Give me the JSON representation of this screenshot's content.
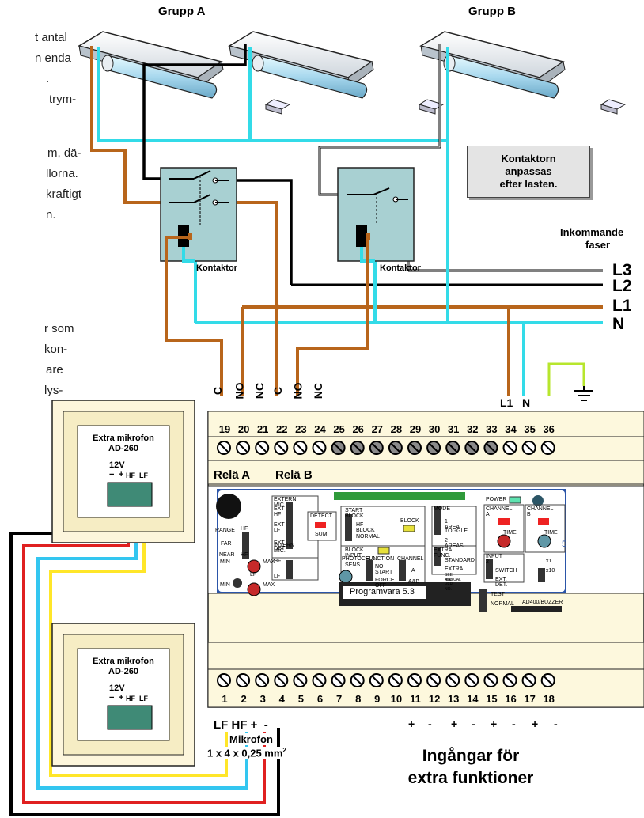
{
  "groups": {
    "a": "Grupp A",
    "b": "Grupp B"
  },
  "left_text": [
    "t antal",
    "n enda",
    ".",
    "trym-",
    "m, dä-",
    "llorna.",
    "kraftigt",
    "n.",
    "r som",
    "kon-",
    "are",
    "lys-"
  ],
  "note": {
    "line1": "Kontaktorn",
    "line2": "anpassas",
    "line3": "efter lasten."
  },
  "contactor_label": "Kontaktor",
  "incoming": {
    "line1": "Inkommande",
    "line2": "faser"
  },
  "lines": [
    "L3",
    "L2",
    "L1",
    "N"
  ],
  "relay_contacts": [
    "C",
    "NO",
    "NC",
    "C",
    "NO",
    "NC"
  ],
  "supply_terminals": [
    "L1",
    "N"
  ],
  "top_terminals": [
    "19",
    "20",
    "21",
    "22",
    "23",
    "24",
    "25",
    "26",
    "27",
    "28",
    "29",
    "30",
    "31",
    "32",
    "33",
    "34",
    "35",
    "36"
  ],
  "bottom_terminals": [
    "1",
    "2",
    "3",
    "4",
    "5",
    "6",
    "7",
    "8",
    "9",
    "10",
    "11",
    "12",
    "13",
    "14",
    "15",
    "16",
    "17",
    "18"
  ],
  "relays": {
    "a": "Relä A",
    "b": "Relä B"
  },
  "polarity": [
    "+",
    "-",
    "+",
    "-",
    "+",
    "-",
    "+",
    "-"
  ],
  "board": {
    "extern_mic": "EXTERN MIC",
    "ext_hf": "EXT HF",
    "ext_lf": "EXT LF",
    "ext_det": "EXT DET",
    "range": "RANGE",
    "hf": "HF",
    "far": "FAR",
    "near": "NEAR",
    "intern_mic": "INTERN MIC.",
    "min": "MIN",
    "max": "MAX",
    "lf": "LF",
    "detect": "DETECT",
    "sum": "SUM",
    "start_block": "START BLOCK",
    "hf_block": "HF BLOCK",
    "normal": "NORMAL",
    "block": "BLOCK",
    "block_input": "BLOCK INPUT",
    "photocell": "PHOTOCELL",
    "sens": "SENS.",
    "function": "FUNCTION",
    "no_start": "NO START",
    "force_off": "FORCE OFF",
    "channel": "CHANNEL",
    "a": "A",
    "ab": "A&B",
    "mode": "MODE",
    "area1": "1 AREA",
    "toggle": "TOGGLE",
    "area2": "2 AREAS",
    "extra_func": "EXTRA FUNC.",
    "standard": "STANDARD",
    "extra": "EXTRA",
    "see_manual": "SEE MANUAL",
    "and_ver": "AND VER. NO.",
    "power": "POWER",
    "channel_a": "CHANNEL A",
    "channel_b": "CHANNEL B",
    "time": "TIME",
    "x1": "x1",
    "x10": "x10",
    "input2": "INPUT 2",
    "switch": "SWITCH",
    "ext_det2": "EXT. DET.",
    "test": "TEST",
    "normal2": "NORMAL",
    "ad400": "AD400/BUZZER",
    "programvara": "Programvara 5.3",
    "five": "5"
  },
  "mic_boxes": [
    {
      "title": "Extra mikrofon",
      "model": "AD-260",
      "volt": "12V",
      "minus": "−",
      "plus": "+",
      "hf": "HF",
      "lf": "LF"
    },
    {
      "title": "Extra mikrofon",
      "model": "AD-260",
      "volt": "12V",
      "minus": "−",
      "plus": "+",
      "hf": "HF",
      "lf": "LF"
    }
  ],
  "mic_cable": {
    "pins": "LF HF +  -",
    "name": "Mikrofon",
    "spec": "1 x 4 x 0,25 mm",
    "sup": "2"
  },
  "inputs_caption": {
    "line1": "Ingångar för",
    "line2": "extra funktioner"
  }
}
